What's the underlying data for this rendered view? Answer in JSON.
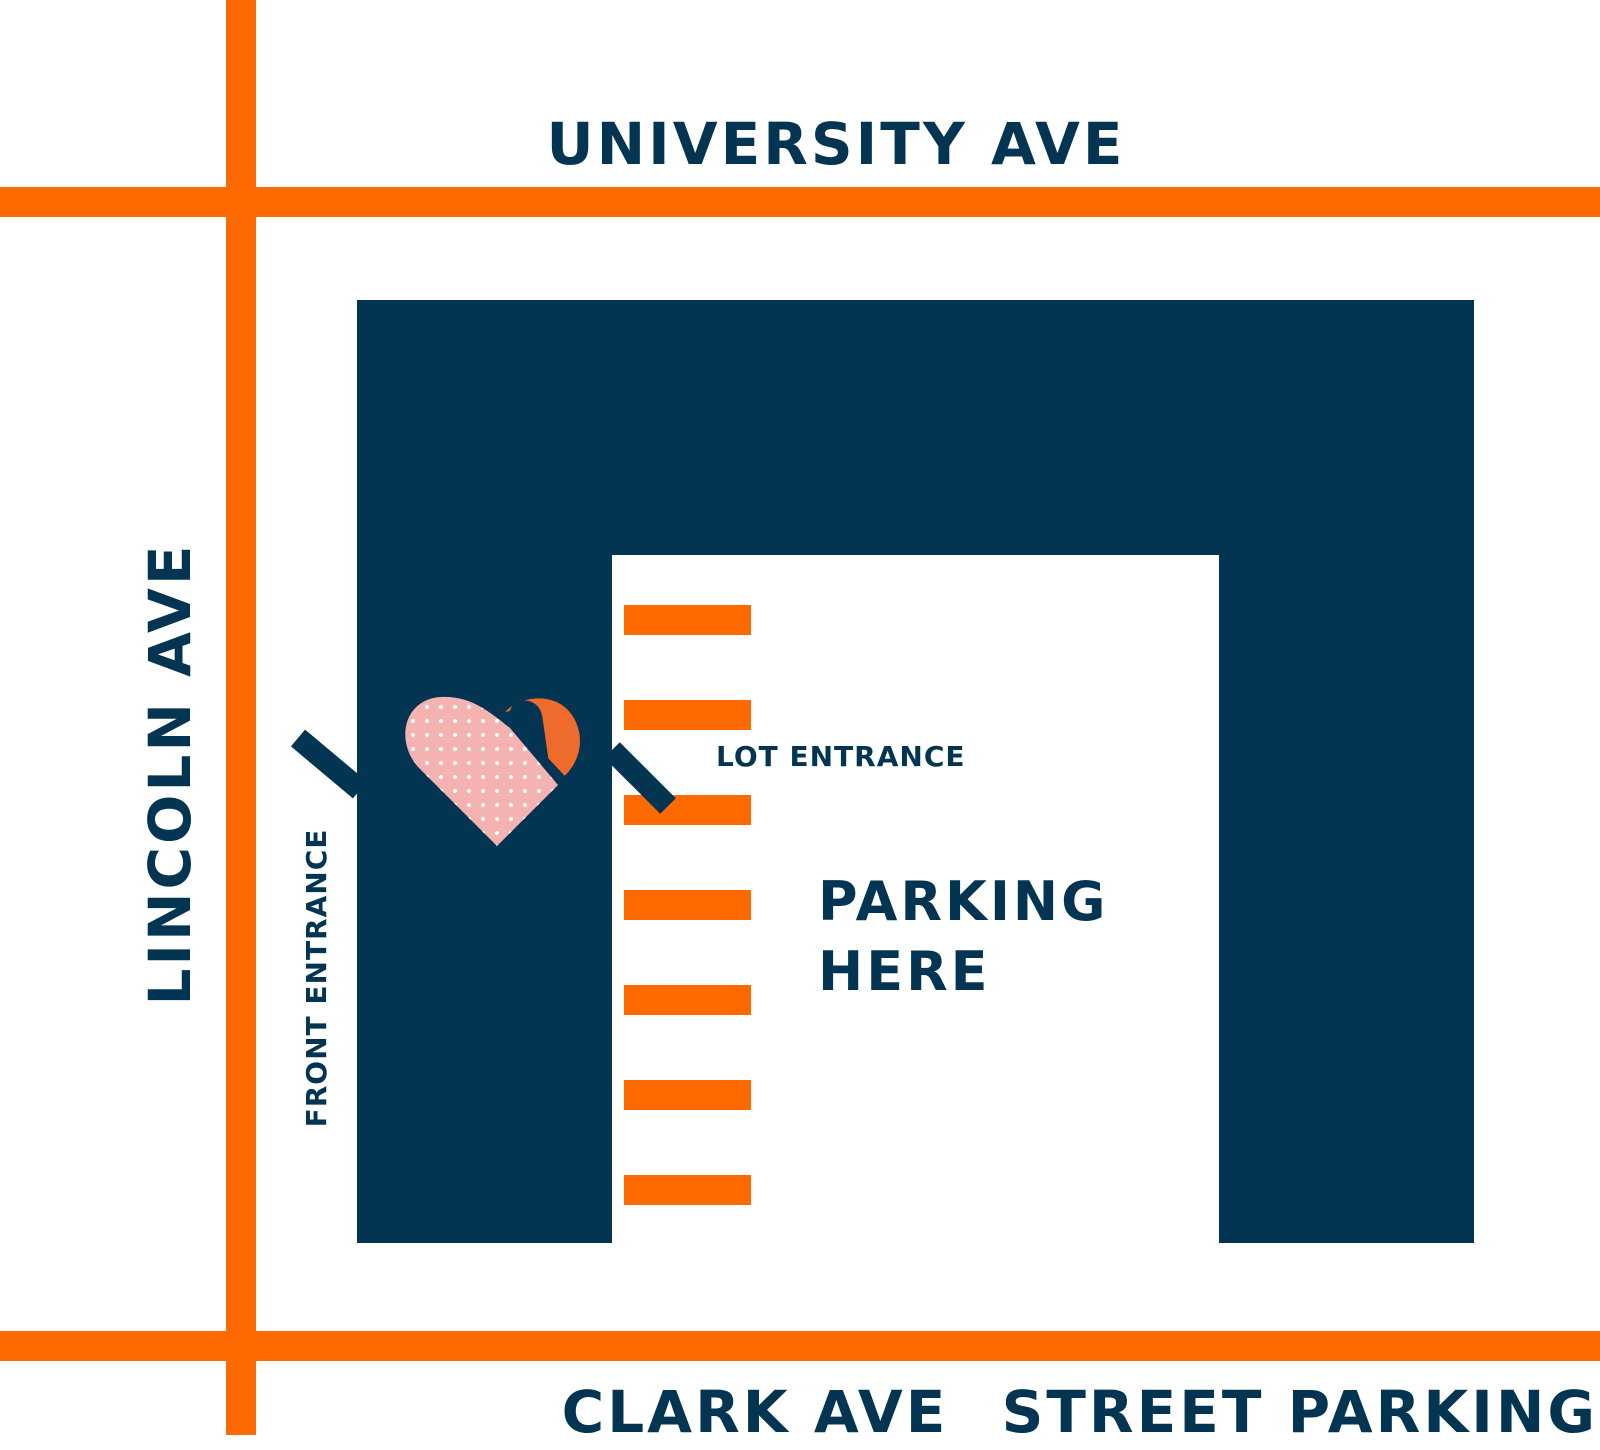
{
  "colors": {
    "road": "#ff6a00",
    "building": "#033553",
    "background": "#ffffff",
    "heart_pink": "#f4b3b1",
    "heart_orange": "#ef6b2c"
  },
  "streets": {
    "north": "UNIVERSITY AVE",
    "south": "CLARK AVE",
    "west": "LINCOLN AVE"
  },
  "labels": {
    "street_parking": "STREET PARKING",
    "front_entrance": "FRONT ENTRANCE",
    "lot_entrance": "LOT ENTRANCE",
    "parking_line1": "PARKING",
    "parking_line2": "HERE"
  },
  "icons": {
    "location_marker": "heart-icon"
  },
  "parking_stripes": 7
}
